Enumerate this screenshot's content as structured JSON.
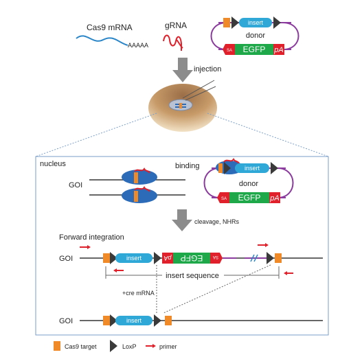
{
  "top": {
    "cas9_label": "Cas9 mRNA",
    "polya_label": "AAAAA",
    "grna_label": "gRNA",
    "donor_insert": "insert",
    "donor_label": "donor",
    "donor_seg_small": "SA",
    "donor_egfp": "EGFP",
    "donor_pa": "pA",
    "injection_label": "injection"
  },
  "panel": {
    "nucleus_label": "nucleus",
    "binding_label": "binding",
    "goi_label": "GOI",
    "donor_insert": "insert",
    "donor_label": "donor",
    "donor_seg_small": "SA",
    "donor_egfp": "EGFP",
    "donor_pa": "pA",
    "cleavage_label": "cleavage, NHRs",
    "forward_label": "Forward integration",
    "row1": {
      "goi": "GOI",
      "insert": "insert",
      "pa": "pA",
      "egfp": "EGFP",
      "seg_small": "SA",
      "insert_sequence": "insert sequence"
    },
    "cre_label": "+cre mRNA",
    "row2": {
      "goi": "GOI",
      "insert": "insert"
    }
  },
  "legend": {
    "cas9_target": "Cas9 target",
    "loxp": "LoxP",
    "primer": "primer"
  },
  "colors": {
    "insert": "#2fa8d8",
    "egfp": "#1ea84a",
    "red": "#e0202a",
    "orange": "#f08a28",
    "purple": "#8b3a9e",
    "loxp": "#3a3a3a",
    "cas9_rna": "#2a86c8",
    "nucleus": "#2b6bb8",
    "frame": "#7a9ec8"
  }
}
